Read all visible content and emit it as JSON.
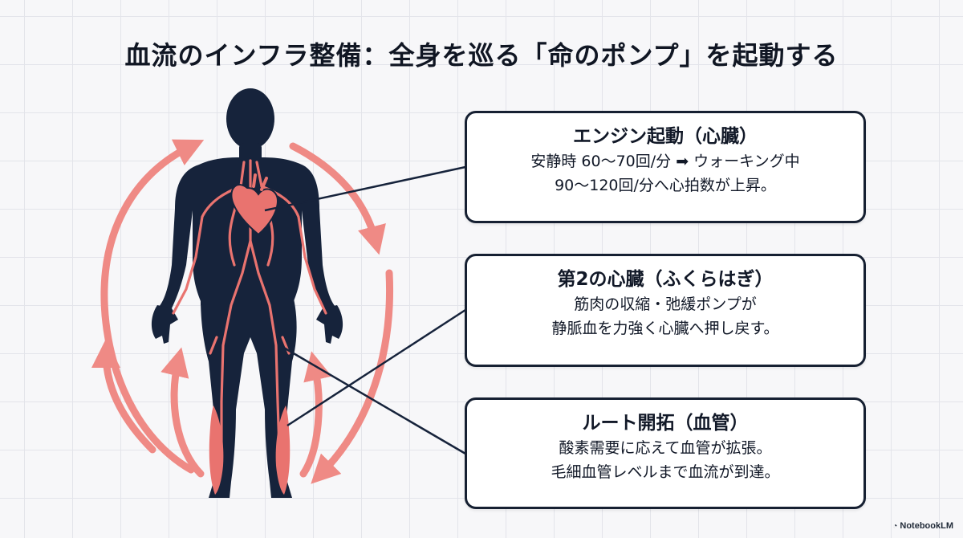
{
  "title": "血流のインフラ整備：全身を巡る「命のポンプ」を起動する",
  "boxes": {
    "engine": {
      "heading": "エンジン起動（心臓）",
      "line1": "安静時 60〜70回/分 ➡ ウォーキング中",
      "line2": "90〜120回/分へ心拍数が上昇。"
    },
    "calf": {
      "heading": "第2の心臓（ふくらはぎ）",
      "line1": "筋肉の収縮・弛緩ポンプが",
      "line2": "静脈血を力強く心臓へ押し戻す。"
    },
    "route": {
      "heading": "ルート開拓（血管）",
      "line1": "酸素需要に応えて血管が拡張。",
      "line2": "毛細血管レベルまで血流が到達。"
    }
  },
  "brand": "NotebookLM",
  "colors": {
    "body": "#16233b",
    "vessel": "#e9736f",
    "arrow": "#ef8a85",
    "border": "#162032"
  },
  "icons": {
    "brand": "notebooklm-logo-icon",
    "heart": "heart-icon"
  }
}
